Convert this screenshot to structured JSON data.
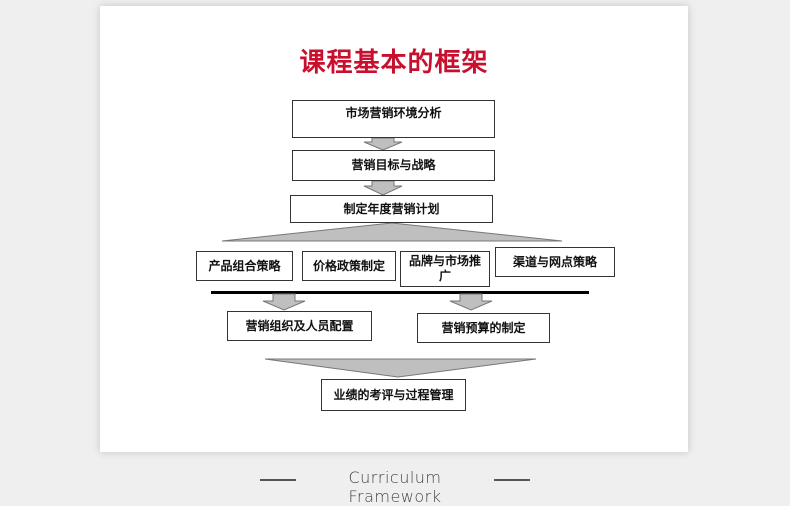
{
  "title": "课程基本的框架",
  "nodes": {
    "market_analysis": "市场营销环境分析",
    "goals_strategy": "营销目标与战略",
    "annual_plan": "制定年度营销计划",
    "product_mix": "产品组合策略",
    "pricing": "价格政策制定",
    "brand_promo": "品牌与市场推广",
    "channels": "渠道与网点策略",
    "organization": "营销组织及人员配置",
    "budget": "营销预算的制定",
    "performance": "业绩的考评与过程管理"
  },
  "footer": "Curriculum Framework",
  "colors": {
    "title": "#c8102e",
    "arrow": "#bfbfbf",
    "line": "#000000"
  }
}
